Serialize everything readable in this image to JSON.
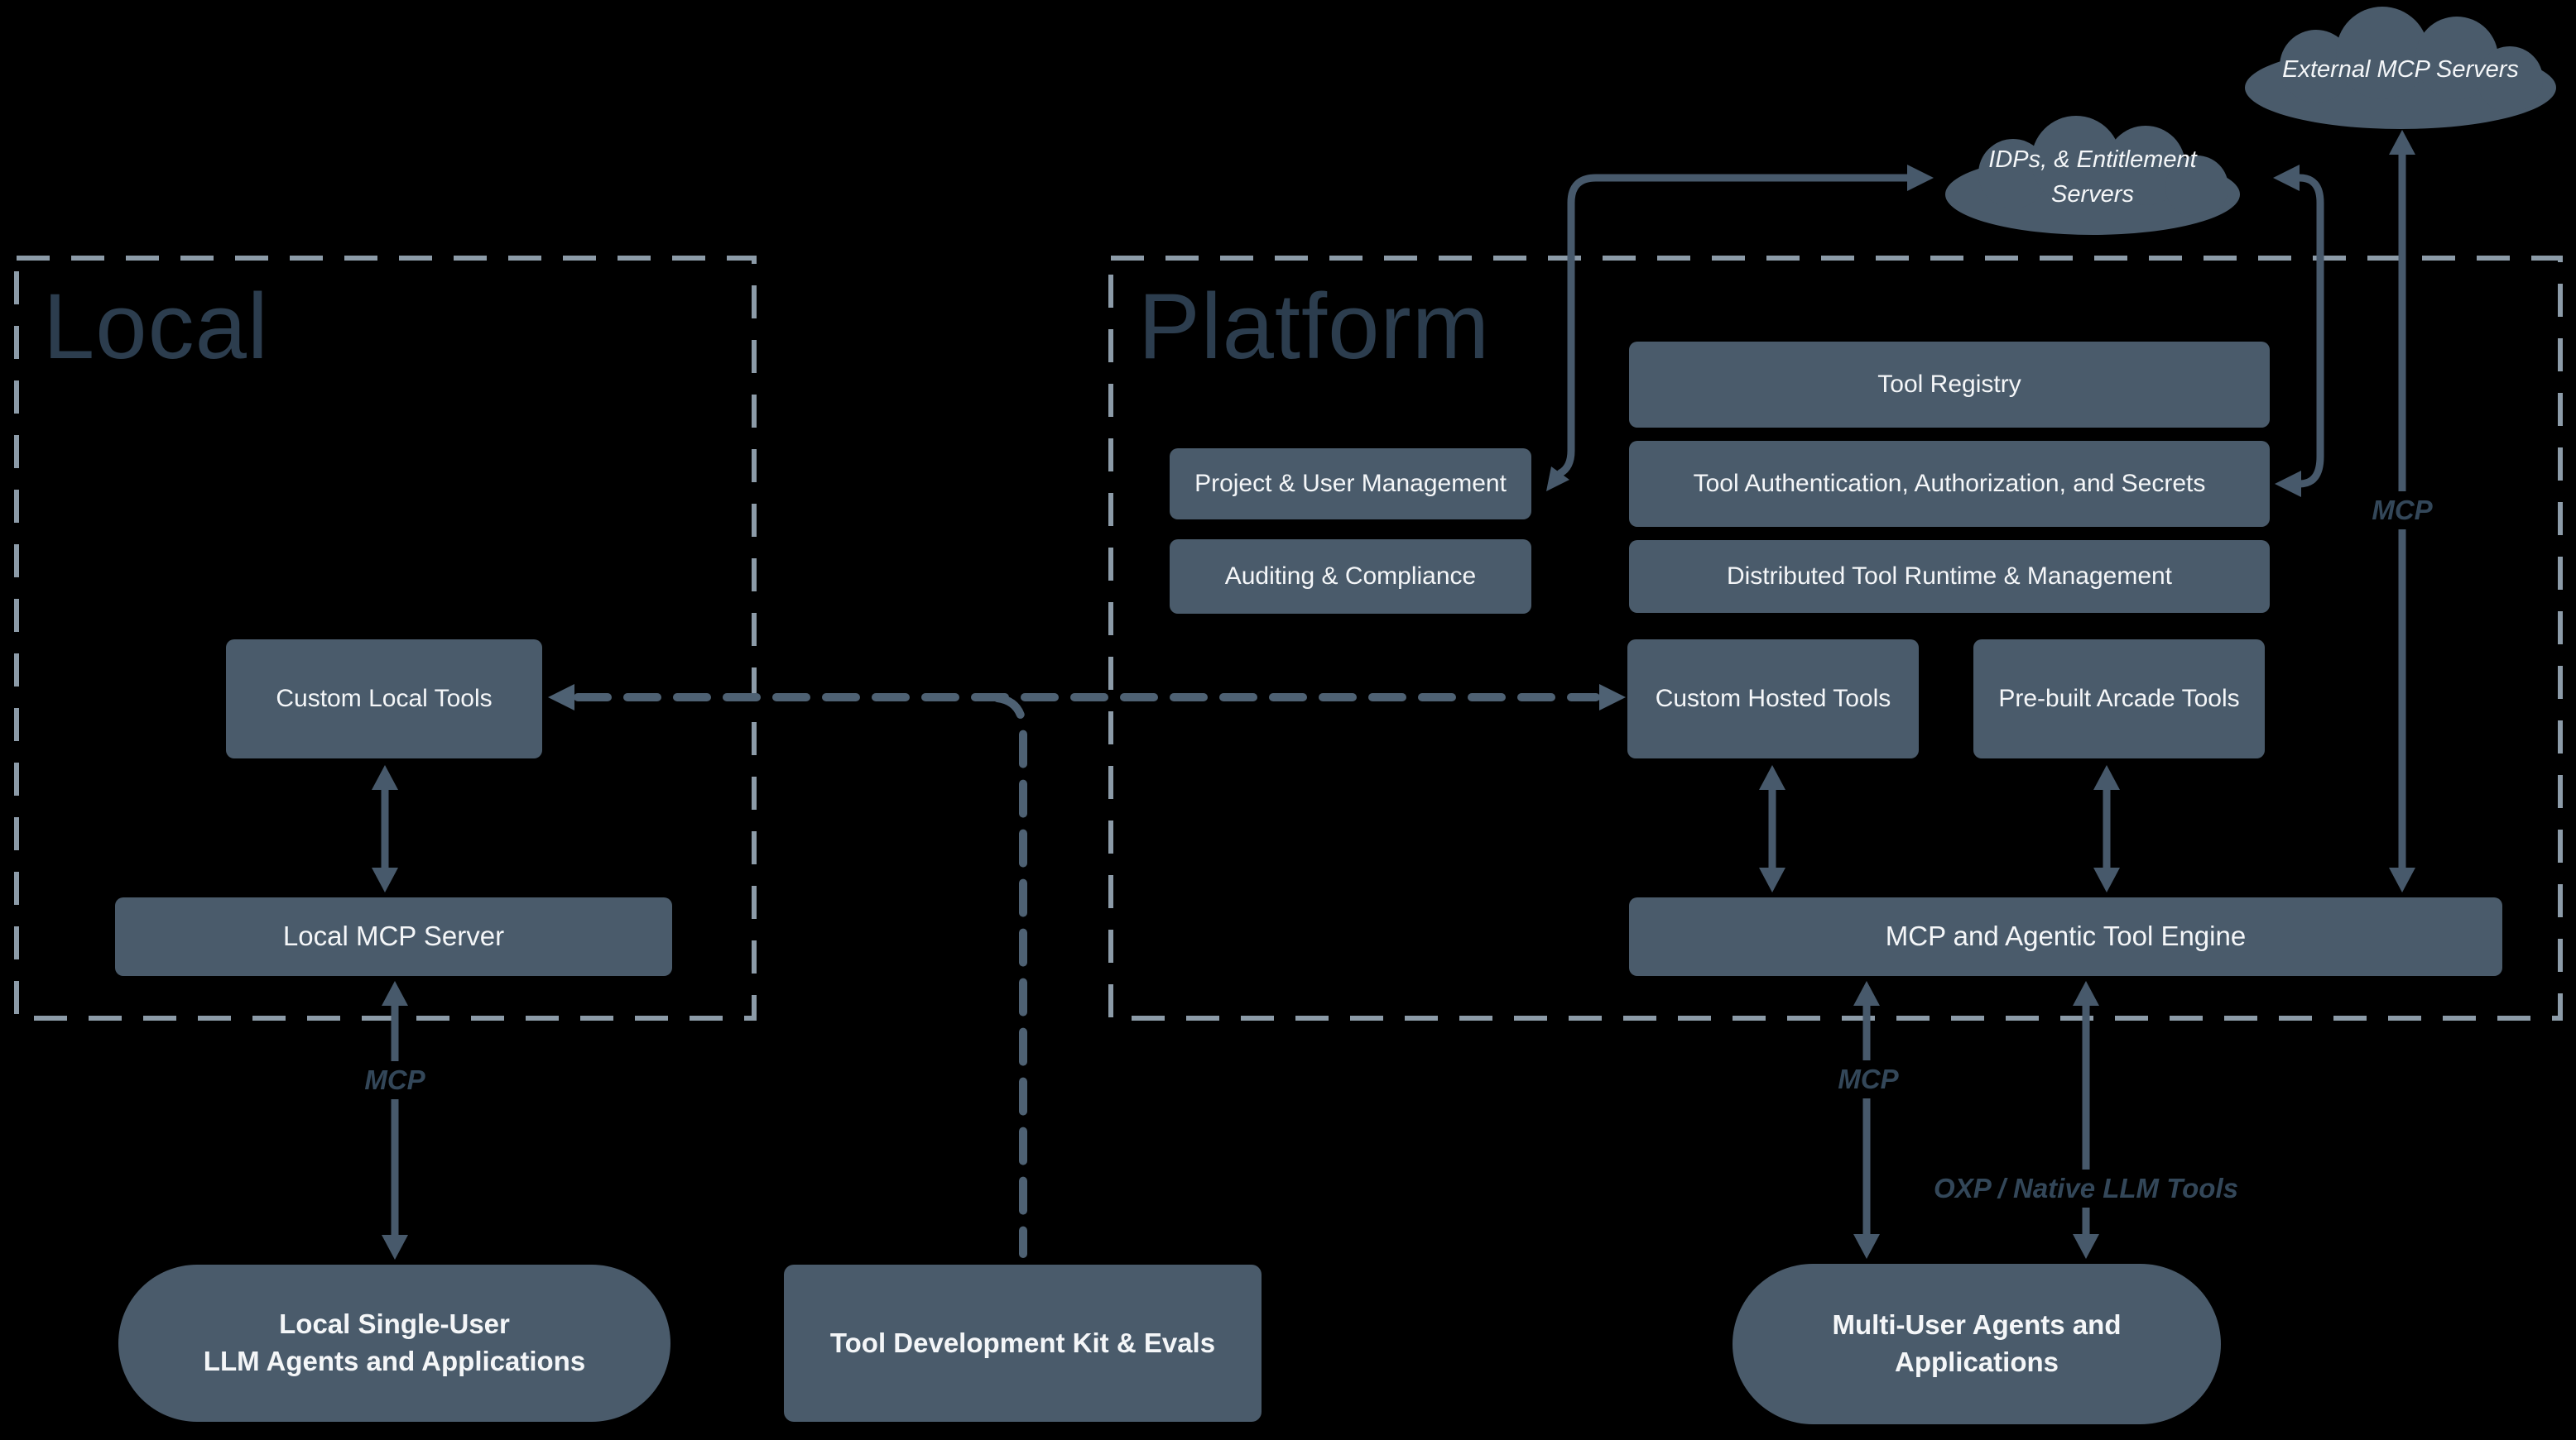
{
  "titles": {
    "local": "Local",
    "platform": "Platform"
  },
  "clouds": {
    "external": "External MCP Servers",
    "idps_line1": "IDPs, & Entitlement",
    "idps_line2": "Servers"
  },
  "boxes": {
    "tool_registry": "Tool Registry",
    "tool_auth": "Tool Authentication, Authorization, and Secrets",
    "distributed_runtime": "Distributed Tool Runtime & Management",
    "project_user": "Project & User Management",
    "auditing": "Auditing & Compliance",
    "custom_local": "Custom Local Tools",
    "custom_hosted": "Custom Hosted Tools",
    "prebuilt": "Pre-built Arcade Tools",
    "local_mcp_server": "Local MCP Server",
    "engine": "MCP and Agentic Tool Engine"
  },
  "terminals": {
    "local_agents_line1": "Local Single-User",
    "local_agents_line2": "LLM Agents and Applications",
    "tdk": "Tool Development Kit & Evals",
    "multi_agents_line1": "Multi-User Agents and",
    "multi_agents_line2": "Applications"
  },
  "flow_labels": {
    "mcp_local": "MCP",
    "mcp_engine": "MCP",
    "mcp_external": "MCP",
    "oxp": "OXP / Native LLM Tools"
  },
  "colors": {
    "bg": "#000000",
    "shape": "#4a5b6b",
    "boxtext": "#f4f6f8",
    "title": "#2c3d4e",
    "arrow": "#47596b",
    "dash-border": "#8c9ba8",
    "dash-connector": "#4e6173",
    "label": "#334759"
  }
}
